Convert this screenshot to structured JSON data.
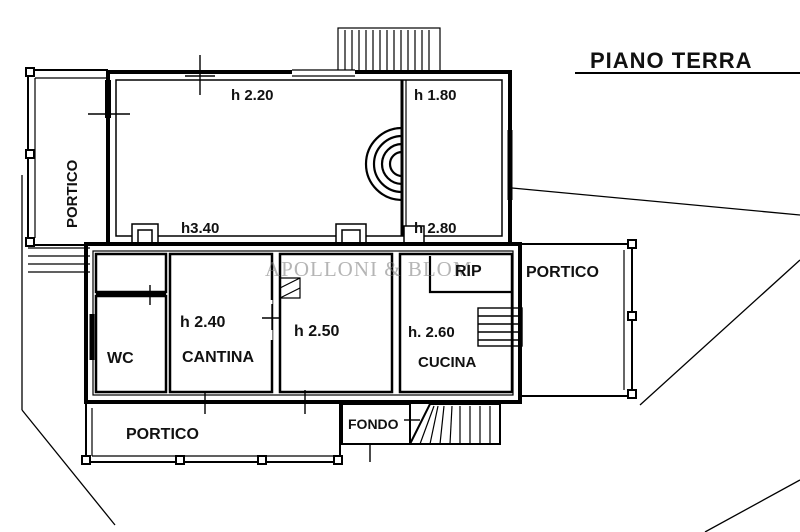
{
  "title": "PIANO TERRA",
  "watermark": "APOLLONI & BLOM",
  "rooms": {
    "portico_left": "PORTICO",
    "portico_right": "PORTICO",
    "portico_bottom": "PORTICO",
    "wc": "WC",
    "cantina": "CANTINA",
    "cucina": "CUCINA",
    "rip": "RIP",
    "fondo": "FONDO"
  },
  "heights": {
    "h_main": "h 2.20",
    "h_right_top": "h 1.80",
    "h_340": "h3.40",
    "h_280": "h 2.80",
    "h_cantina": "h 2.40",
    "h_middle": "h 2.50",
    "h_cucina": "h. 2.60"
  }
}
